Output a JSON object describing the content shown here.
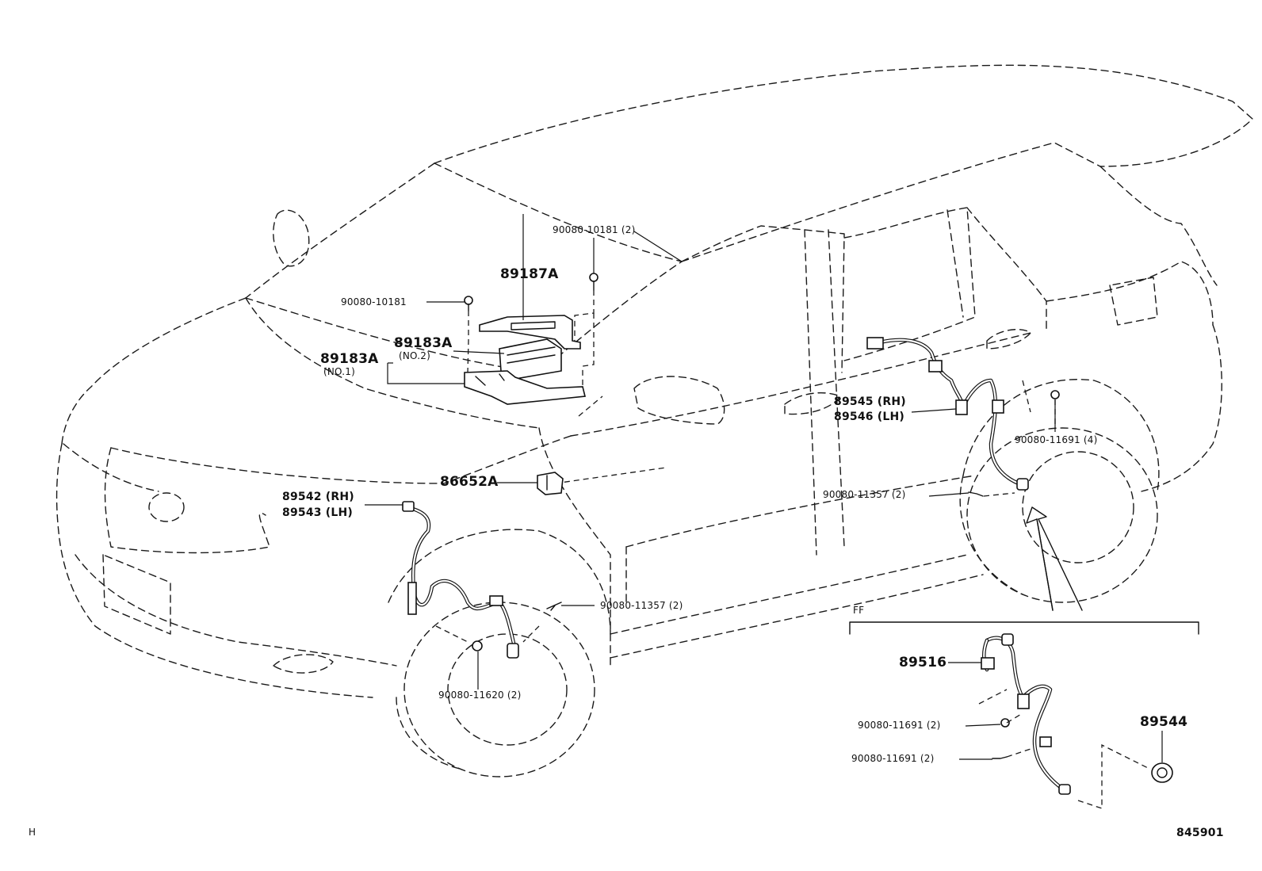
{
  "diagram": {
    "labels": {
      "p90080_10181_2": "90080-10181 (2)",
      "p89187A": "89187A",
      "p90080_10181": "90080-10181",
      "p89183A_no2": "89183A",
      "p89183A_no2_sub": "(NO.2)",
      "p89183A_no1": "89183A",
      "p89183A_no1_sub": "(NO.1)",
      "p89545_rh": "89545 (RH)",
      "p89546_lh": "89546 (LH)",
      "p90080_11691_4": "90080-11691 (4)",
      "p86652A": "86652A",
      "p90080_11357_2_rear": "90080-11357 (2)",
      "p89542_rh": "89542 (RH)",
      "p89543_lh": "89543 (LH)",
      "p90080_11357_2_front": "90080-11357 (2)",
      "p90080_11620_2": "90080-11620 (2)",
      "ff": "FF",
      "p89516": "89516",
      "p89544": "89544",
      "p90080_11691_2_a": "90080-11691 (2)",
      "p90080_11691_2_b": "90080-11691 (2)",
      "corner_h": "H",
      "figure_number": "845901"
    }
  }
}
